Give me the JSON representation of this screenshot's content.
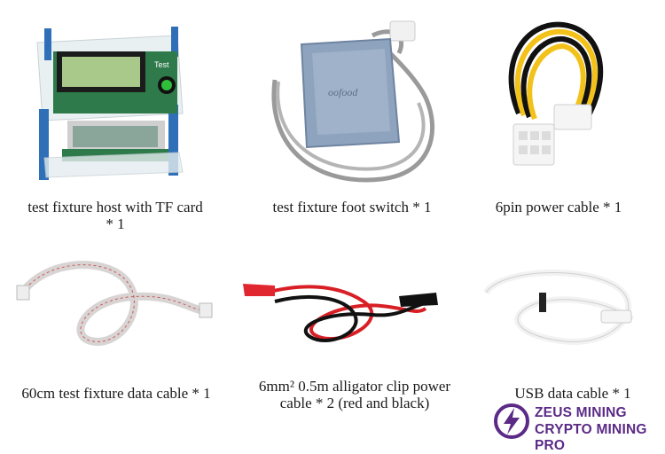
{
  "items": [
    {
      "caption": "test fixture host with TF card * 1"
    },
    {
      "caption": "test fixture foot switch * 1"
    },
    {
      "caption": "6pin power cable * 1"
    },
    {
      "caption": "60cm test fixture data cable  * 1"
    },
    {
      "caption": "6mm² 0.5m alligator clip power cable * 2 (red and black)"
    },
    {
      "caption": "USB data cable * 1"
    }
  ],
  "foot_switch_brand": "oofood",
  "fixture_button_label": "Test",
  "logo": {
    "line1": "ZEUS MINING",
    "line2": "CRYPTO MINING PRO"
  },
  "colors": {
    "brand": "#5b2a86",
    "red_cable": "#d81f26",
    "yellow_wire": "#f3c21a"
  }
}
